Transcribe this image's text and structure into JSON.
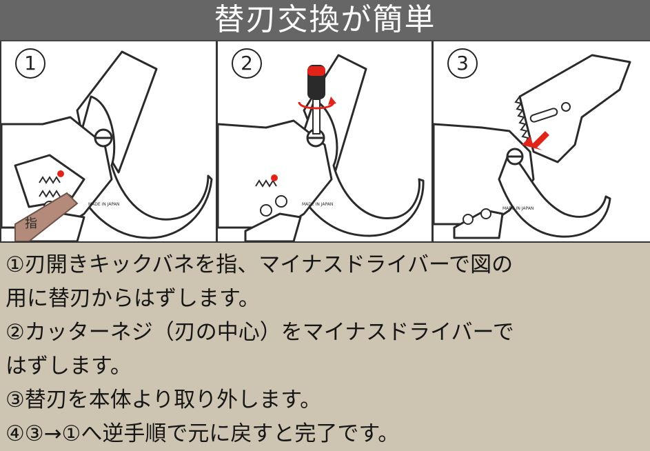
{
  "header": {
    "title": "替刃交換が簡単"
  },
  "steps": [
    {
      "number": "1",
      "finger_label": "指",
      "mark": "MADE IN JAPAN"
    },
    {
      "number": "2",
      "mark": "MADE IN JAPAN"
    },
    {
      "number": "3",
      "mark": "MADE IN JAPAN"
    }
  ],
  "instructions": {
    "lines": [
      "①刃開きキックバネを指、マイナスドライバーで図の",
      "用に替刃からはずします。",
      "②カッターネジ（刃の中心）をマイナスドライバーで",
      "はずします。",
      "③替刃を本体より取り外します。",
      "④③→①へ逆手順で元に戻すと完了です。"
    ]
  },
  "colors": {
    "title_bar": "#666666",
    "instruction_bg": "#cdc5b1",
    "accent_red": "#e2231a",
    "finger_fill": "#b48a7a",
    "tool_outline": "#2a2a2a"
  }
}
